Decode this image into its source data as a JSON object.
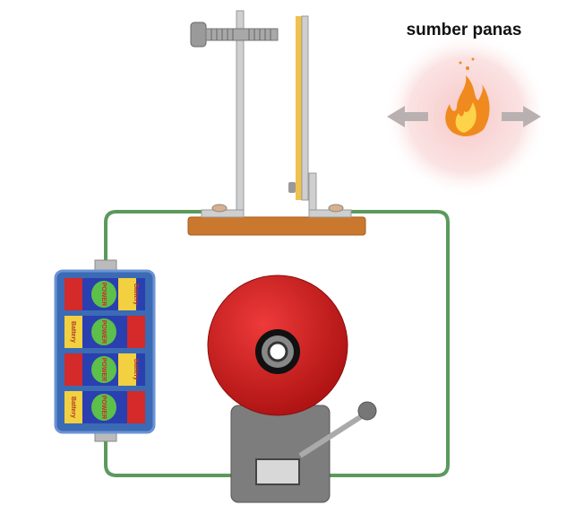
{
  "diagram": {
    "heat_source_label": "sumber panas",
    "battery_brand": "POWER",
    "battery_text": "Battery",
    "colors": {
      "wire": "#5b9a5c",
      "base": "#c9782e",
      "bell": "#d42222",
      "bimetal": "#f0c050",
      "metal": "#c8c8c8",
      "housing": "#7d7d7d"
    }
  }
}
